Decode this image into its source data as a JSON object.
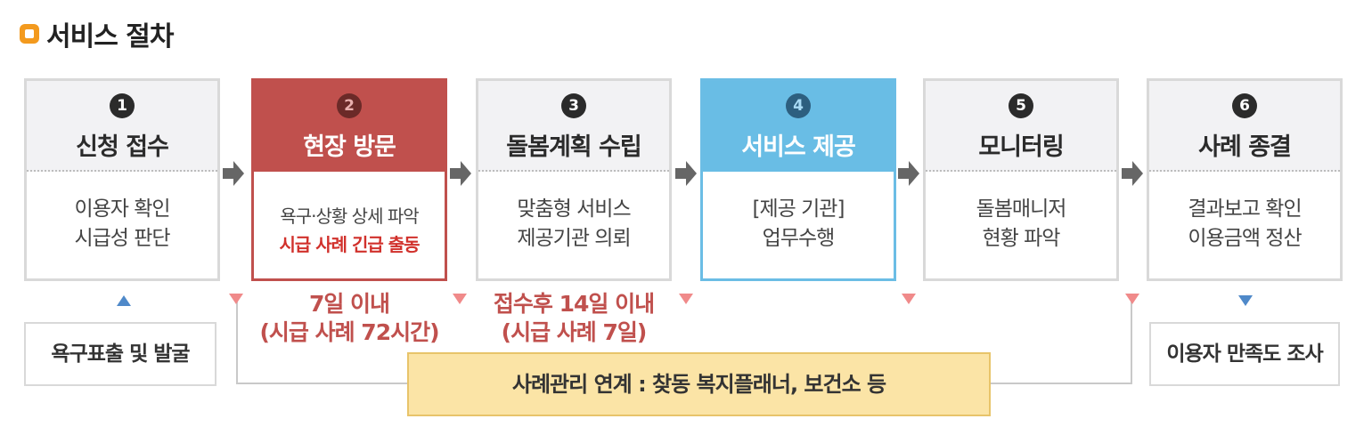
{
  "title": "서비스 절차",
  "steps": [
    {
      "num": "1",
      "title": "신청 접수",
      "line1": "이용자 확인",
      "line2": "시급성 판단"
    },
    {
      "num": "2",
      "title": "현장 방문",
      "line1": "욕구·상황 상세 파악",
      "line2": "시급 사례 긴급 출동"
    },
    {
      "num": "3",
      "title": "돌봄계획 수립",
      "line1": "맞춤형 서비스",
      "line2": "제공기관 의뢰"
    },
    {
      "num": "4",
      "title": "서비스 제공",
      "line1": "[제공 기관]",
      "line2": "업무수행"
    },
    {
      "num": "5",
      "title": "모니터링",
      "line1": "돌봄매니저",
      "line2": "현황 파악"
    },
    {
      "num": "6",
      "title": "사례 종결",
      "line1": "결과보고 확인",
      "line2": "이용금액 정산"
    }
  ],
  "notes": {
    "visit_line1": "7일 이내",
    "visit_line2": "(시급 사례 72시간)",
    "plan_line1": "접수후 14일 이내",
    "plan_line2": "(시급 사례 7일)"
  },
  "sub_left": "욕구표출 및 발굴",
  "sub_right": "이용자 만족도 조사",
  "case_link": "사례관리 연계 : 찾동 복지플래너, 보건소 등",
  "colors": {
    "accent_red": "#c0504d",
    "accent_blue": "#69bde5",
    "highlight": "#fbe4a6",
    "title_icon": "#f39a1e"
  }
}
